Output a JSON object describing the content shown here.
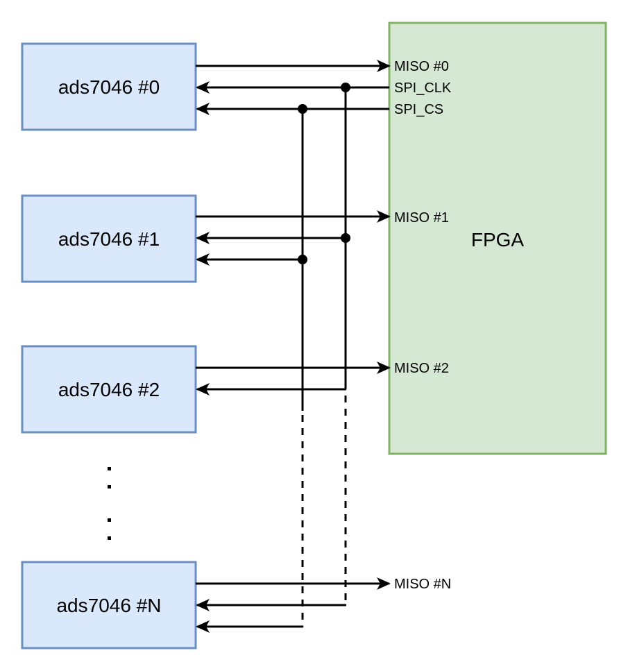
{
  "diagram": {
    "fpga": {
      "label": "FPGA",
      "color_fill": "#d5e8d4",
      "color_stroke": "#82b366",
      "ports": {
        "miso_0": "MISO #0",
        "spi_clk": "SPI_CLK",
        "spi_cs": "SPI_CS",
        "miso_1": "MISO #1",
        "miso_2": "MISO #2",
        "miso_n": "MISO #N"
      }
    },
    "adcs": [
      {
        "label": "ads7046 #0"
      },
      {
        "label": "ads7046 #1"
      },
      {
        "label": "ads7046 #2"
      },
      {
        "label": "ads7046 #N"
      }
    ],
    "adc_color_fill": "#dae8fc",
    "adc_color_stroke": "#6c8ebf",
    "ellipsis": ":\n:"
  }
}
